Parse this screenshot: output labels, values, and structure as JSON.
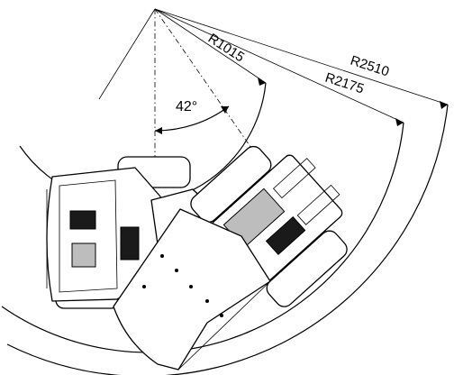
{
  "dimensions": {
    "inner_radius_label": "R1015",
    "mid_radius_label": "R2175",
    "outer_radius_label": "R2510",
    "angle_label": "42°"
  },
  "colors": {
    "line": "#000000",
    "background": "#ffffff"
  }
}
